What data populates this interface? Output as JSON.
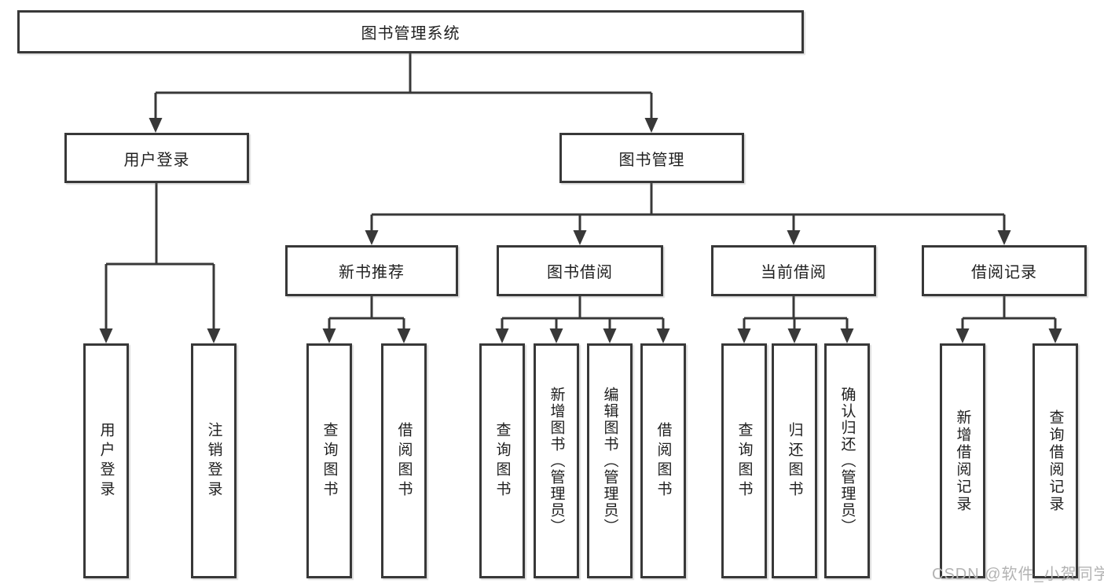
{
  "page": {
    "background": "#ffffff"
  },
  "colors": {
    "line": "#383838",
    "box_border": "#383838",
    "box_background": "#ffffff",
    "text": "#1f1f1f",
    "watermark": "#b3b3b3"
  },
  "watermark": {
    "text": "CSDN @软件_小贺同学"
  },
  "tree": {
    "label": "图书管理系统",
    "children": [
      {
        "label": "用户登录",
        "children": [
          {
            "label": "用户登录"
          },
          {
            "label": "注销登录"
          }
        ]
      },
      {
        "label": "图书管理",
        "children": [
          {
            "label": "新书推荐",
            "children": [
              {
                "label": "查询图书"
              },
              {
                "label": "借阅图书"
              }
            ]
          },
          {
            "label": "图书借阅",
            "children": [
              {
                "label": "查询图书"
              },
              {
                "label": "新增图书（管理员）"
              },
              {
                "label": "编辑图书（管理员）"
              },
              {
                "label": "借阅图书"
              }
            ]
          },
          {
            "label": "当前借阅",
            "children": [
              {
                "label": "查询图书"
              },
              {
                "label": "归还图书"
              },
              {
                "label": "确认归还（管理员）"
              }
            ]
          },
          {
            "label": "借阅记录",
            "children": [
              {
                "label": "新增借阅记录"
              },
              {
                "label": "查询借阅记录"
              }
            ]
          }
        ]
      }
    ]
  }
}
